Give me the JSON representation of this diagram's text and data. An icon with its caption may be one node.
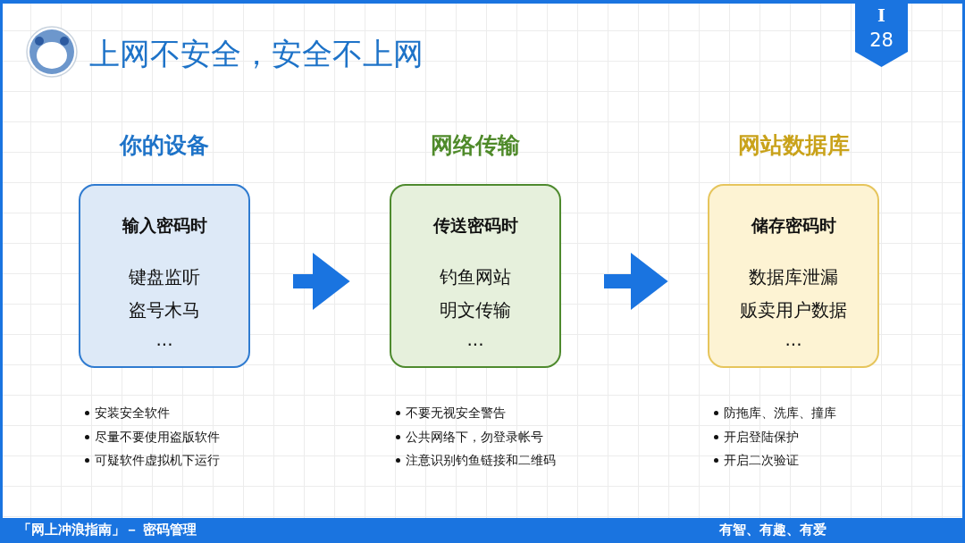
{
  "diagram": {
    "title": "上网不安全，安全不上网",
    "nodes": [
      {
        "text": [
          "你的设备",
          "输入密码时",
          "键盘监听",
          "盗号木马",
          "..."
        ],
        "beside": [
          "安装安全软件",
          "尽量不要使用盗版软件",
          "可疑软件虚拟机下运行"
        ]
      },
      {
        "text": [
          "网络传输",
          "传送密码时",
          "钓鱼网站",
          "明文传输",
          "..."
        ],
        "beside": [
          "不要无视安全警告",
          "公共网络下，勿登录帐号",
          "注意识别钓鱼链接和二维码"
        ]
      },
      {
        "text": [
          "网站数据库",
          "储存密码时",
          "数据库泄漏",
          "贩卖用户数据",
          "..."
        ],
        "beside": [
          "防拖库、洗库、撞库",
          "开启登陆保护",
          "开启二次验证"
        ]
      }
    ],
    "edges": [
      {
        "from": 0,
        "to": 1,
        "arrow": "to"
      },
      {
        "from": 1,
        "to": 2,
        "arrow": "to"
      }
    ],
    "labels": [
      "I",
      "28",
      "「网上冲浪指南」－ 密码管理",
      "有智、有趣、有爱"
    ]
  }
}
